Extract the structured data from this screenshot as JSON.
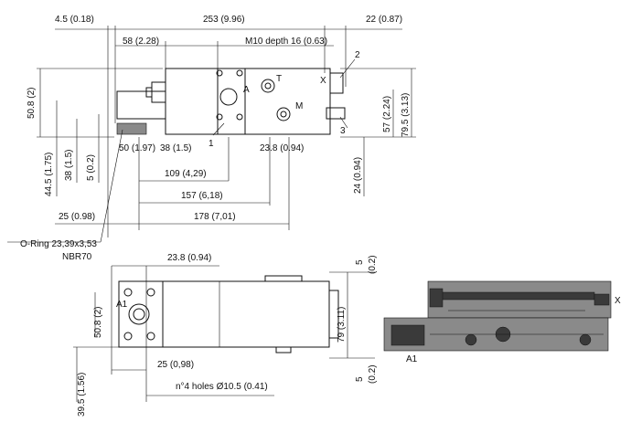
{
  "top_view": {
    "dim_left_offset": "4.5 (0.18)",
    "dim_total_length": "253 (9.96)",
    "dim_right_offset": "22 (0.87)",
    "dim_port_spacing": "58 (2.28)",
    "thread_note": "M10 depth 16 (0.63)",
    "dim_height": "50.8 (2)",
    "dim_right_height": "79.5 (3.13)",
    "dim_right_mid": "57 (2.24)",
    "dim_lower_1": "44.5 (1.75)",
    "dim_lower_2": "38 (1.5)",
    "dim_lower_3": "5 (0.2)",
    "dim_bottom_a": "50 (1.97)",
    "dim_bottom_b": "38 (1.5)",
    "dim_bottom_c": "23.8 (0.94)",
    "dim_h109": "109 (4,29)",
    "dim_h157": "157 (6,18)",
    "dim_h178": "178 (7,01)",
    "dim_h25": "25 (0.98)",
    "dim_v24": "24 (0.94)",
    "port_a": "A",
    "port_t": "T",
    "port_m": "M",
    "port_x": "X",
    "callout_1": "1",
    "callout_2": "2",
    "callout_3": "3"
  },
  "seal_note": {
    "line1": "O-Ring 23,39x3,53",
    "line2": "NBR70"
  },
  "bottom_view": {
    "dim_top": "23.8 (0.94)",
    "dim_height": "50.8 (2)",
    "dim_right_height": "79 (3.11)",
    "dim_top_right": "5",
    "dim_top_right_in": "(0.2)",
    "dim_bottom_right": "5",
    "dim_bottom_right_in": "(0.2)",
    "dim_bottom_25": "25 (0,98)",
    "dim_left_39": "39.5 (1.56)",
    "holes_note": "n°4 holes Ø10.5 (0.41)",
    "port_a1": "A1"
  },
  "section_view": {
    "port_x": "X",
    "port_a1": "A1"
  }
}
